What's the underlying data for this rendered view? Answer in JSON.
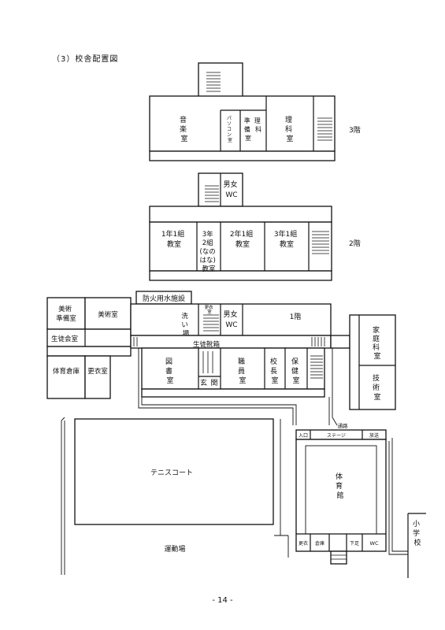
{
  "heading": "（3）校舎配置図",
  "page_number": "- 14 -",
  "floor3": {
    "floor_label": "3階",
    "rooms": {
      "music": [
        "音",
        "楽",
        "室"
      ],
      "pc": [
        "パ",
        "ソ",
        "コ",
        "ン",
        "室"
      ],
      "prep": [
        "準",
        "備",
        "室"
      ],
      "prep2": [
        "理",
        "科"
      ],
      "science": [
        "理",
        "科",
        "室"
      ]
    }
  },
  "floor2": {
    "floor_label": "2階",
    "wc": [
      "男女",
      "WC"
    ],
    "rooms": {
      "c1": [
        "1年1組",
        "教室"
      ],
      "c32": [
        "3年",
        "2組",
        "(なの",
        "はな)",
        "教室"
      ],
      "c21": [
        "2年1組",
        "教室"
      ],
      "c31": [
        "3年1組",
        "教室"
      ]
    }
  },
  "floor1": {
    "floor_label": "1階",
    "art_prep": [
      "美術",
      "準備室"
    ],
    "art": "美術室",
    "student_council": "生徒会室",
    "pe_storage": "体育倉庫",
    "changing": "更衣室",
    "fire_water": "防火用水施設",
    "washroom": [
      "洗",
      "い",
      "場"
    ],
    "wc": [
      "男女",
      "WC"
    ],
    "small_room": [
      "更衣",
      "室"
    ],
    "lockers": "生徒靴箱",
    "library": [
      "図",
      "書",
      "室"
    ],
    "entrance": [
      "玄",
      "関"
    ],
    "staff": [
      "職",
      "員",
      "室"
    ],
    "principal": [
      "校",
      "長",
      "室"
    ],
    "health": [
      "保",
      "健",
      "室"
    ],
    "home_ec": [
      "家",
      "庭",
      "科",
      "室"
    ],
    "tech": [
      "技",
      "術",
      "室"
    ]
  },
  "gym": {
    "name": [
      "体",
      "育",
      "館"
    ],
    "corridor": "通路",
    "entry": "入口",
    "stage": "ステージ",
    "storage_top": "放送",
    "bottom_rooms": [
      "更衣",
      "倉庫",
      "下足",
      "WC"
    ]
  },
  "tennis_court": "テニスコート",
  "sports_ground": "運動場",
  "elementary_school": [
    "小",
    "学",
    "校"
  ]
}
